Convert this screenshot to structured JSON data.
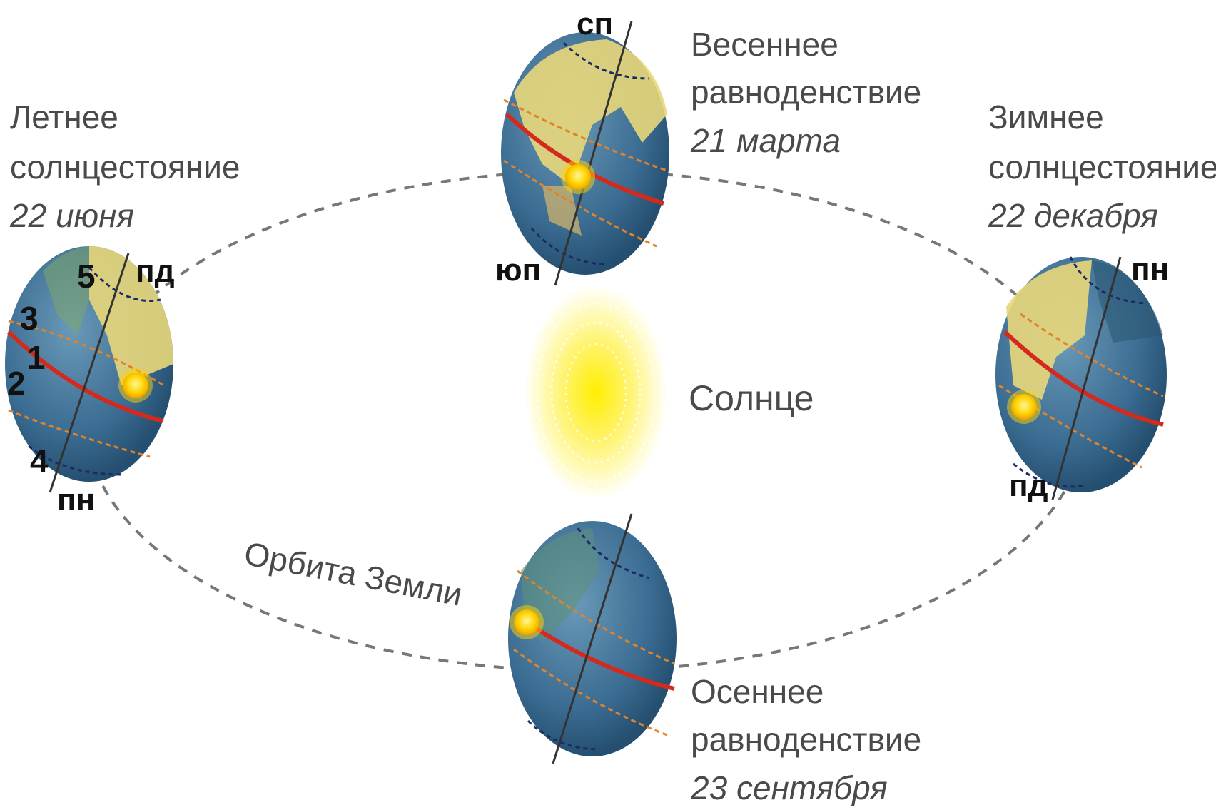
{
  "seasons": {
    "summer": {
      "line1": "Летнее",
      "line2": "солнцестояние",
      "date": "22 июня"
    },
    "spring": {
      "line1": "Весеннее",
      "line2": "равноденствие",
      "date": "21 марта"
    },
    "winter": {
      "line1": "Зимнее",
      "line2": "солнцестояние",
      "date": "22 декабря"
    },
    "autumn": {
      "line1": "Осеннее",
      "line2": "равноденствие",
      "date": "23 сентября"
    }
  },
  "sun_label": "Солнце",
  "orbit_label": "Орбита Земли",
  "poles": {
    "summer_top": "пд",
    "summer_bottom": "пн",
    "spring_top": "сп",
    "spring_bottom": "юп",
    "winter_top": "пн",
    "winter_bottom": "пд"
  },
  "summer_numbers": {
    "n1": "1",
    "n2": "2",
    "n3": "3",
    "n4": "4",
    "n5": "5"
  },
  "colors": {
    "ocean": "#3d6f9a",
    "land": "#e8d77a",
    "night": "#2f5c78",
    "equator": "#d42a1e",
    "tropic": "#e0832a",
    "polar_circle": "#1c2a66",
    "axis": "#333333",
    "orbit": "#777777",
    "sun": "#ffe400"
  }
}
